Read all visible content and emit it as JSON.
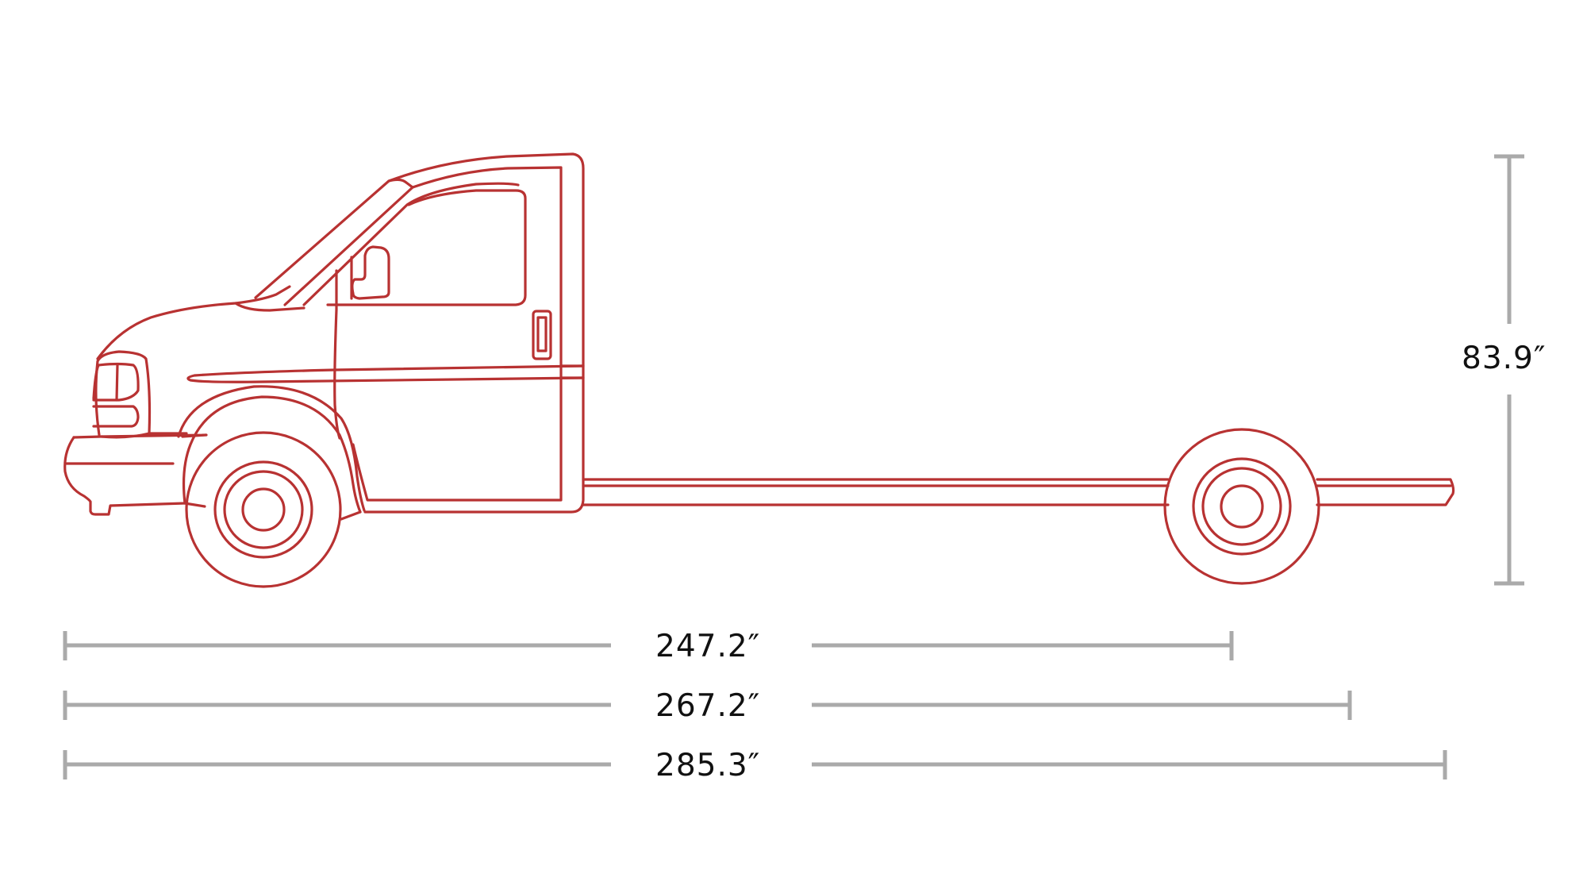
{
  "diagram": {
    "subject": "cab-chassis truck side profile",
    "line_color": "#b83232",
    "dimension_line_color": "#aaaaaa",
    "text_color": "#111111"
  },
  "dimensions": {
    "height": {
      "label": "83.9″",
      "value": 83.9,
      "unit": "in"
    },
    "horizontal": [
      {
        "label": "247.2″",
        "value": 247.2,
        "unit": "in"
      },
      {
        "label": "267.2″",
        "value": 267.2,
        "unit": "in"
      },
      {
        "label": "285.3″",
        "value": 285.3,
        "unit": "in"
      }
    ]
  }
}
